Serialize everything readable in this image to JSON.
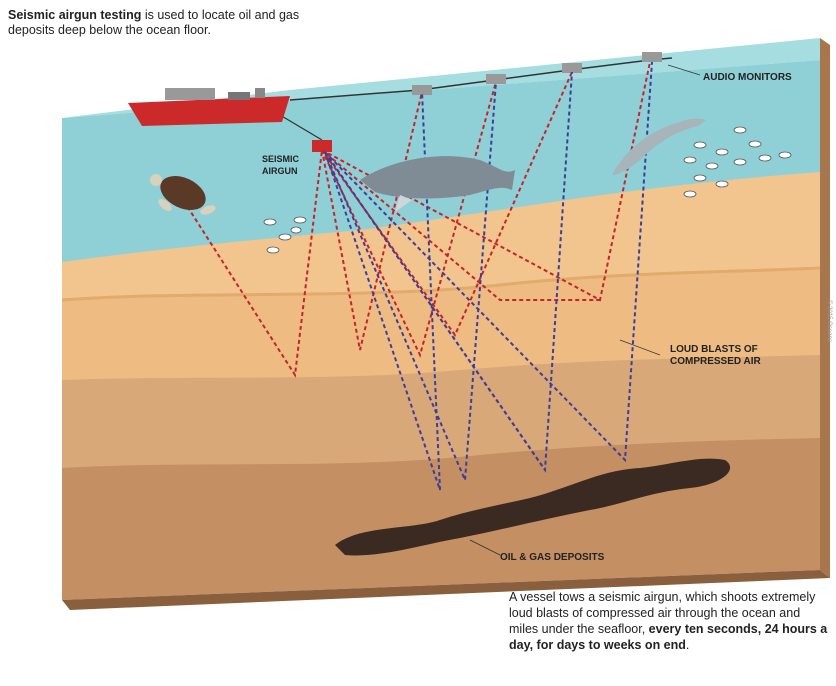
{
  "intro": {
    "bold": "Seismic airgun testing",
    "rest": " is used to locate oil and gas deposits deep below the ocean floor."
  },
  "labels": {
    "audio_monitors": "AUDIO MONITORS",
    "seismic_line1": "SEISMIC",
    "seismic_line2": "AIRGUN",
    "loud_line1": "LOUD BLASTS OF",
    "loud_line2": "COMPRESSED AIR",
    "oil_gas": "OIL & GAS DEPOSITS"
  },
  "caption": {
    "normal": "A vessel tows a seismic airgun, which shoots extremely loud blasts of compressed air through the ocean and miles under the seafloor, ",
    "bold": "every ten seconds, 24 hours a day, for days to weeks on end",
    "end": "."
  },
  "credit": "© 2015 Oceana",
  "colors": {
    "ocean": "#8fd0d6",
    "ocean_side": "#6cbcc3",
    "sand_top": "#f2c48e",
    "layer1": "#eebb83",
    "layer2": "#d9a878",
    "layer3": "#c48f63",
    "side_dark": "#a8764c",
    "oil": "#3b2a22",
    "ship": "#cc2a2a",
    "red_path": "#c4242a",
    "blue_path": "#3c3f9a"
  }
}
